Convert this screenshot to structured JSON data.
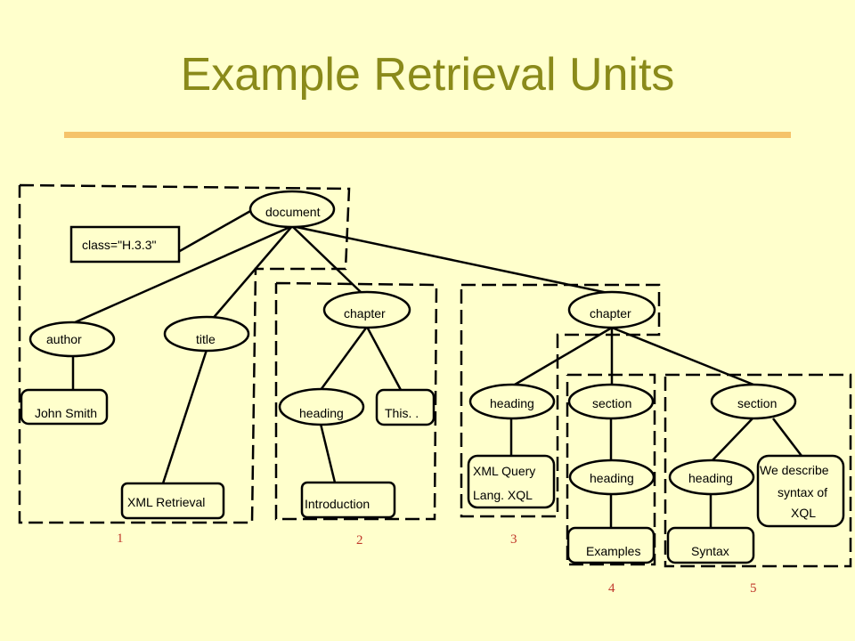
{
  "title": "Example Retrieval Units",
  "nodes": {
    "document": "document",
    "class_attr": "class=\"H.3.3\"",
    "author": "author",
    "title": "title",
    "john_smith": "John Smith",
    "xml_retrieval": "XML Retrieval",
    "chapter1": "chapter",
    "heading1": "heading",
    "this": "This. .",
    "introduction": "Introduction",
    "chapter2": "chapter",
    "heading2": "heading",
    "xml_query_line1": "XML Query",
    "xml_query_line2": "Lang. XQL",
    "section1": "section",
    "heading3": "heading",
    "examples": "Examples",
    "section2": "section",
    "heading4": "heading",
    "syntax": "Syntax",
    "we_describe_line1": "We describe",
    "we_describe_line2": "syntax of",
    "we_describe_line3": "XQL"
  },
  "units": [
    "1",
    "2",
    "3",
    "4",
    "5"
  ]
}
